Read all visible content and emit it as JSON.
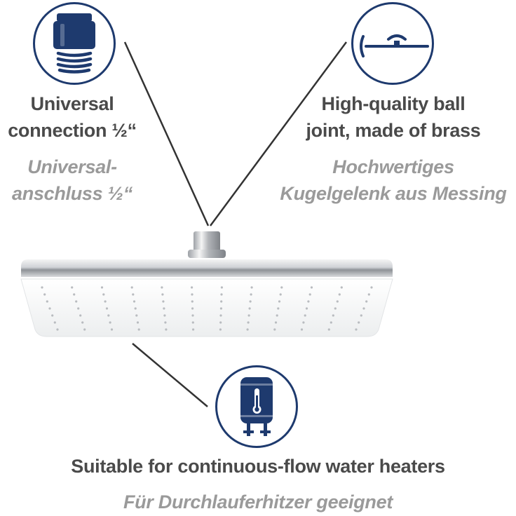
{
  "features": [
    {
      "icon": "connection-thread-icon",
      "label_en": [
        "Universal",
        "connection ½“"
      ],
      "label_de": [
        "Universal-",
        "anschluss ½“"
      ]
    },
    {
      "icon": "ball-joint-icon",
      "label_en": [
        "High-quality ball",
        "joint, made of brass"
      ],
      "label_de": [
        "Hochwertiges",
        "Kugelgelenk aus Messing"
      ]
    },
    {
      "icon": "water-heater-icon",
      "label_en": [
        "Suitable for continuous-flow water heaters"
      ],
      "label_de": [
        "Für Durchlauferhitzer geeignet"
      ]
    }
  ],
  "colors": {
    "accent": "#1e3a6e",
    "text_en": "#4a4a4a",
    "text_de": "#9a9a9a"
  },
  "product": "rain-shower-head-image"
}
